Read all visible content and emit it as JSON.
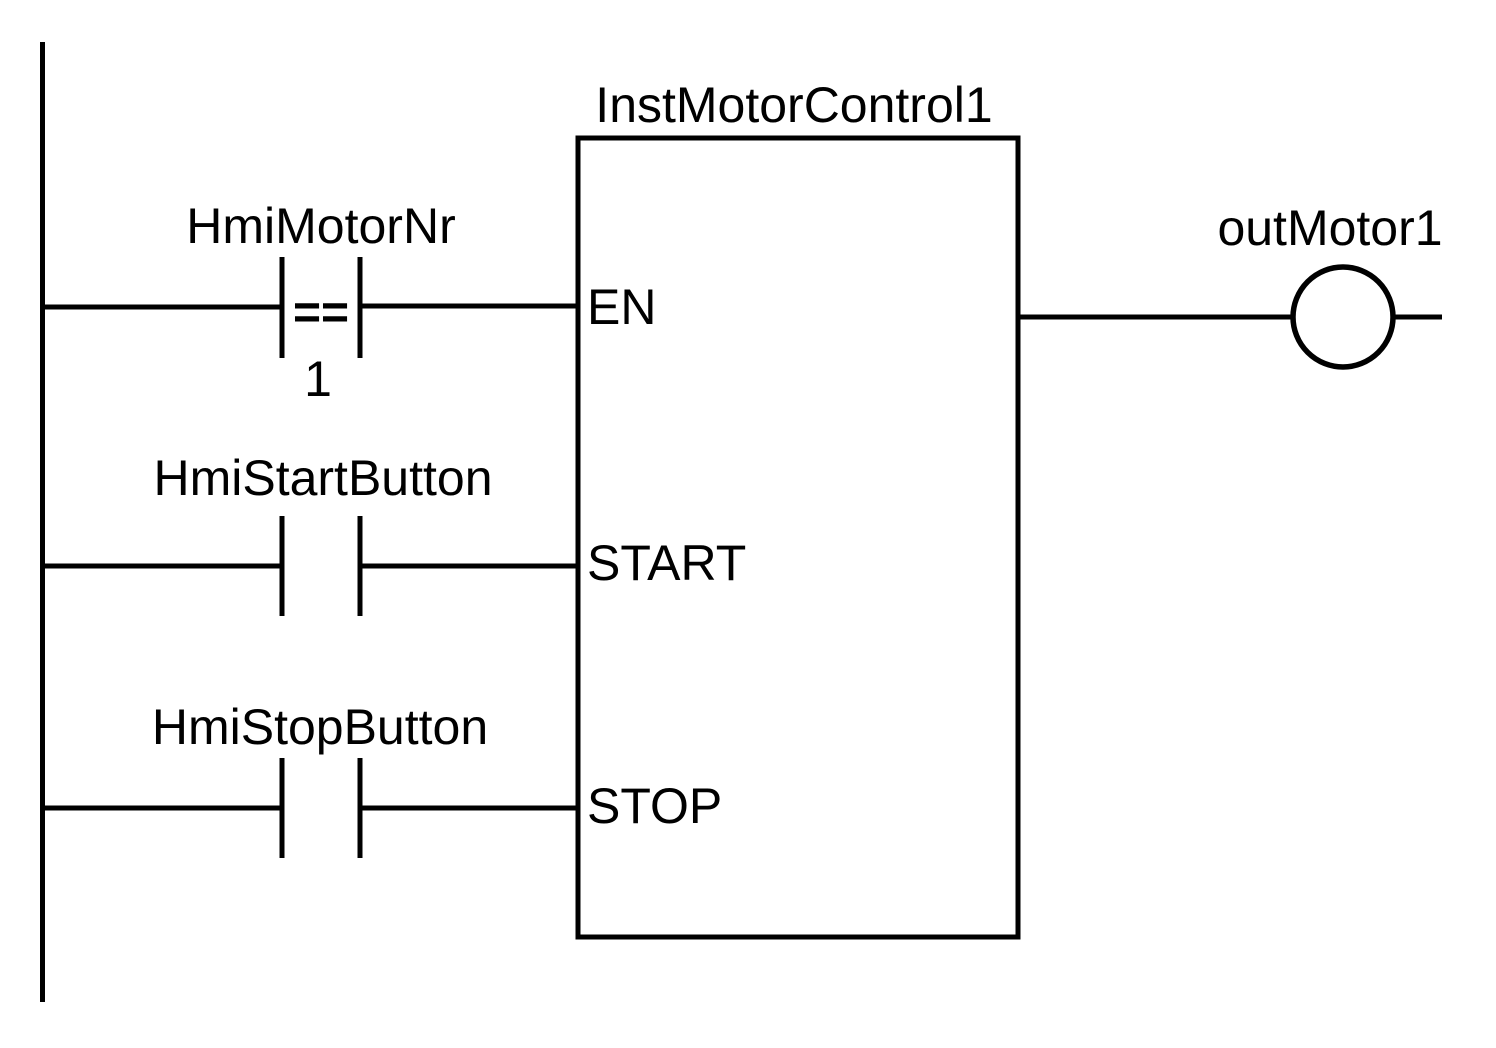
{
  "block": {
    "title": "InstMotorControl1",
    "ports": {
      "en": "EN",
      "start": "START",
      "stop": "STOP"
    }
  },
  "contacts": {
    "comparator": {
      "label": "HmiMotorNr",
      "operator": "==",
      "operand": "1"
    },
    "start": {
      "label": "HmiStartButton"
    },
    "stop": {
      "label": "HmiStopButton"
    }
  },
  "output": {
    "label": "outMotor1"
  },
  "colors": {
    "stroke": "#000000",
    "background": "#ffffff"
  }
}
